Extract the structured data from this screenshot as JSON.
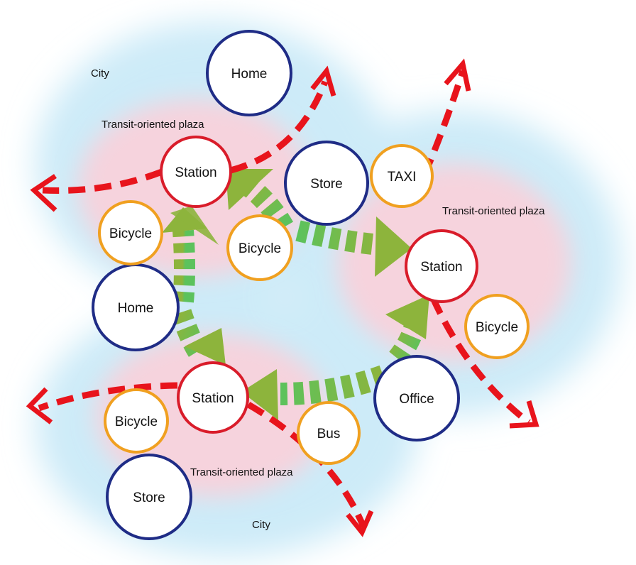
{
  "diagram": {
    "colors": {
      "city_zone": "#cdebf8",
      "plaza_zone": "#f6d3dd",
      "route": "#e8141c",
      "flow": "#8db43c",
      "flow_edge": "#4cc06a",
      "home_store_office": "#1f2c86",
      "station": "#d91c2a",
      "bicycle_bus_taxi": "#f0a020"
    },
    "labels": {
      "city_top": "City",
      "city_bottom": "City",
      "plaza_left": "Transit-oriented plaza",
      "plaza_right": "Transit-oriented plaza",
      "plaza_bottom": "Transit-oriented plaza"
    },
    "nodes": {
      "home_top": "Home",
      "home_left": "Home",
      "store_center": "Store",
      "store_bottom": "Store",
      "office": "Office",
      "station_left": "Station",
      "station_right": "Station",
      "station_bottom": "Station",
      "taxi": "TAXI",
      "bus": "Bus",
      "bicycle_left": "Bicycle",
      "bicycle_center": "Bicycle",
      "bicycle_right": "Bicycle",
      "bicycle_bottom": "Bicycle"
    }
  }
}
